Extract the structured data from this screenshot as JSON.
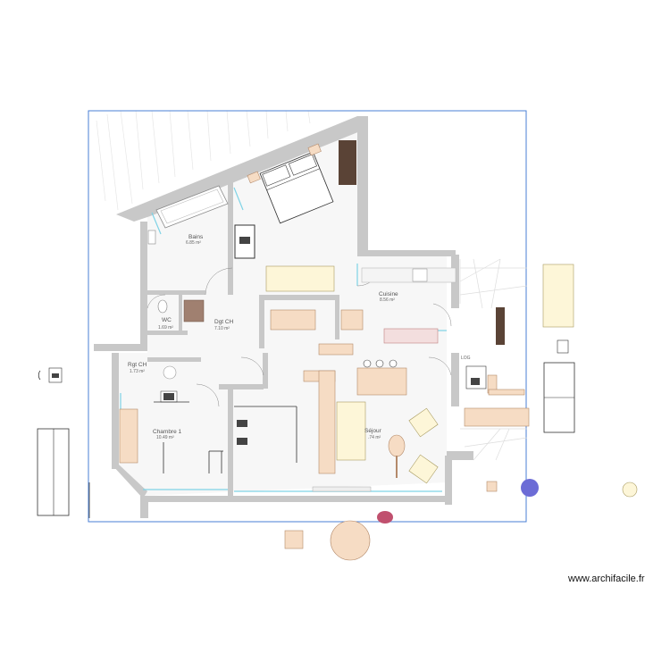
{
  "rooms": [
    {
      "name": "Bains",
      "area": "6.85 m²"
    },
    {
      "name": "Cuisine",
      "area": "8.56 m²"
    },
    {
      "name": "WC",
      "area": "1.69 m²"
    },
    {
      "name": "Dgt CH",
      "area": "7.10 m²"
    },
    {
      "name": "Rgt CH",
      "area": "1.73 m²"
    },
    {
      "name": "Chambre 1",
      "area": "10.49 m²"
    },
    {
      "name": "Séjour",
      "area": ".74 m²"
    }
  ],
  "labels": {
    "logo_word": "LOG",
    "watermark": "www.archifacile.fr"
  },
  "colors": {
    "outline": "#4a7fd6",
    "wall": "#c8c8c8",
    "furniture": "#f6dcc4",
    "sofa": "#fdf6d8",
    "dark_wood": "#5a4336",
    "window": "#7fd3e6",
    "purple_marker": "#6c6cd6",
    "pink_marker": "#c0506e"
  }
}
